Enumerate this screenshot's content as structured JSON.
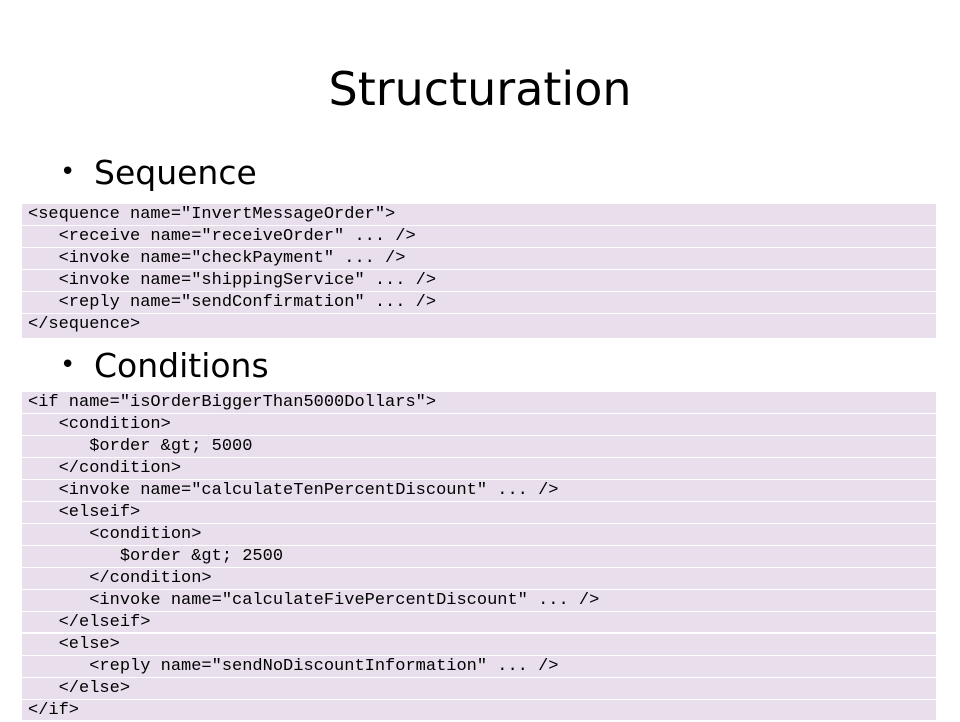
{
  "slide": {
    "title": "Structuration",
    "bullets": [
      "Sequence",
      "Conditions"
    ]
  },
  "sequence_code": [
    "<sequence name=\"InvertMessageOrder\">",
    "   <receive name=\"receiveOrder\" ... />",
    "   <invoke name=\"checkPayment\" ... />",
    "   <invoke name=\"shippingService\" ... />",
    "   <reply name=\"sendConfirmation\" ... />",
    "</sequence>"
  ],
  "conditions_code": [
    "<if name=\"isOrderBiggerThan5000Dollars\">",
    "   <condition>",
    "      $order &gt; 5000",
    "   </condition>",
    "   <invoke name=\"calculateTenPercentDiscount\" ... />",
    "   <elseif>",
    "      <condition>",
    "         $order &gt; 2500",
    "      </condition>",
    "      <invoke name=\"calculateFivePercentDiscount\" ... />",
    "   </elseif>"
  ],
  "else_code": [
    "   <else>",
    "      <reply name=\"sendNoDiscountInformation\" ... />",
    "   </else>",
    "</if>"
  ]
}
